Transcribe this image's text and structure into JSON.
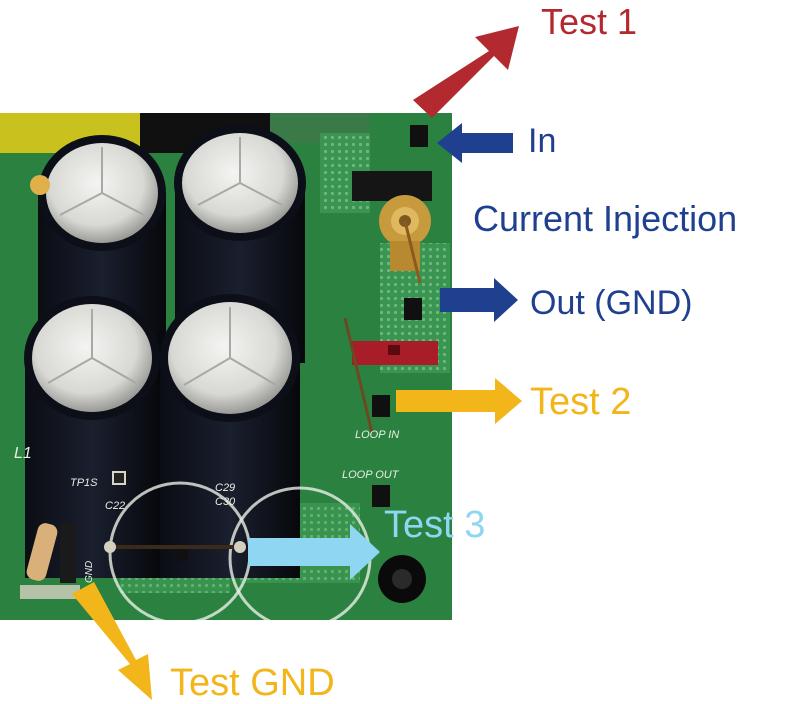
{
  "labels": {
    "test1": "Test 1",
    "in": "In",
    "current_injection": "Current Injection",
    "out_gnd": "Out (GND)",
    "test2": "Test 2",
    "test3": "Test 3",
    "test_gnd": "Test GND"
  },
  "colors": {
    "test1": "#b22a2f",
    "in": "#1f3f8f",
    "current_injection": "#1f3f8f",
    "out_gnd": "#1f3f8f",
    "test2": "#f2b51a",
    "test3": "#8ed6f2",
    "test_gnd": "#f2b51a",
    "board": "#2f8a45"
  },
  "board_silkscreen": {
    "l1": "L1",
    "tp1s": "TP1S",
    "c22": "C22",
    "c29": "C29",
    "c30": "C30",
    "loop_in": "LOOP IN",
    "loop_out": "LOOP OUT",
    "gnd": "GND"
  }
}
